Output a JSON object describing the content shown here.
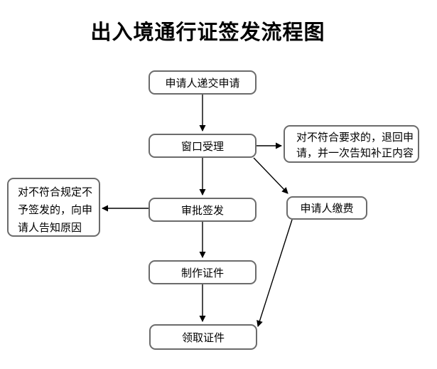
{
  "title": "出入境通行证签发流程图",
  "nodes": {
    "submit": {
      "label": "申请人递交申请"
    },
    "accept": {
      "label": "窗口受理"
    },
    "return_notice": {
      "lines": [
        "对不符合要求的，退回申",
        "请，并一次告知补正内容"
      ]
    },
    "reject_notice": {
      "lines": [
        "对不符合规定不",
        "予签发的，向申",
        "请人告知原因"
      ]
    },
    "approve": {
      "label": "审批签发"
    },
    "pay": {
      "label": "申请人缴费"
    },
    "make": {
      "label": "制作证件"
    },
    "receive": {
      "label": "领取证件"
    }
  },
  "edges": [
    {
      "from": "submit",
      "to": "accept"
    },
    {
      "from": "accept",
      "to": "approve"
    },
    {
      "from": "accept",
      "to": "return_notice"
    },
    {
      "from": "accept",
      "to": "pay"
    },
    {
      "from": "approve",
      "to": "reject_notice"
    },
    {
      "from": "approve",
      "to": "make"
    },
    {
      "from": "make",
      "to": "receive"
    },
    {
      "from": "pay",
      "to": "receive"
    }
  ],
  "colors": {
    "background": "#ffffff",
    "box_border": "#6b6b6b",
    "arrow": "#000000",
    "text": "#000000"
  }
}
